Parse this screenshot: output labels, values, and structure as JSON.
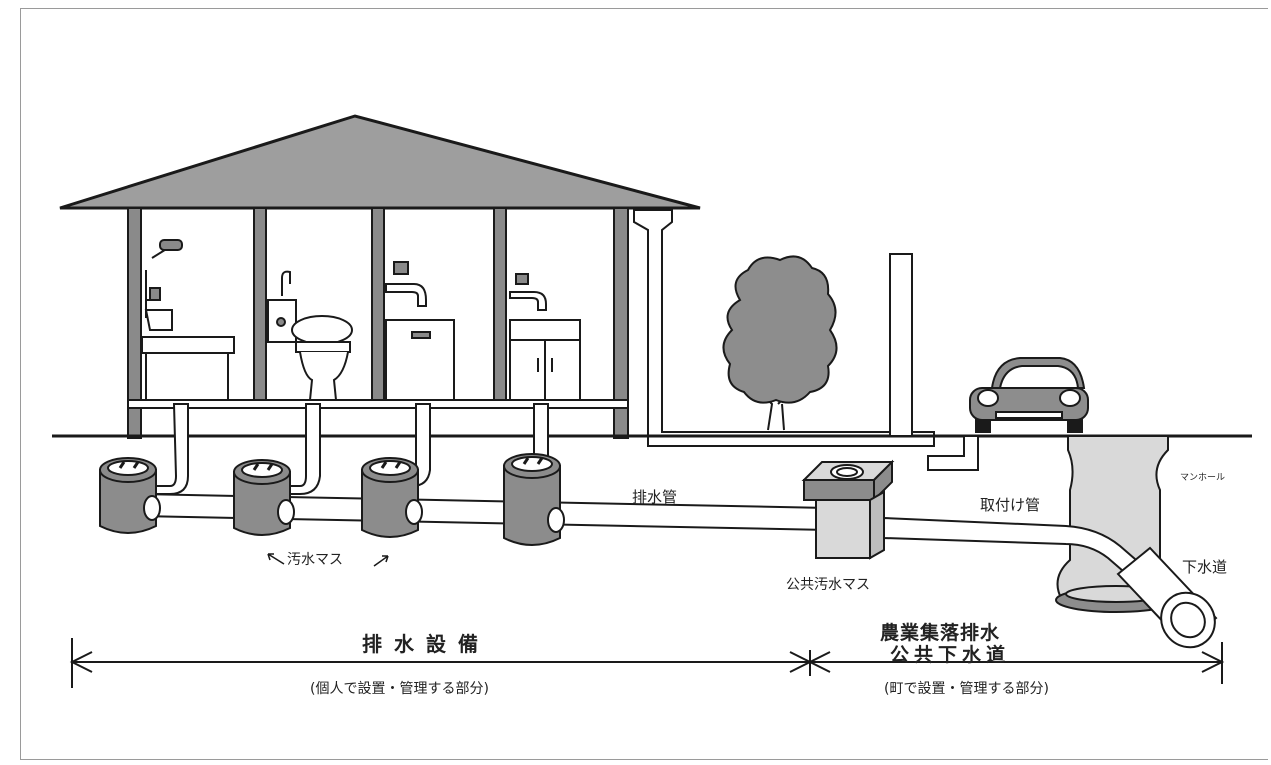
{
  "labels": {
    "osui_masu": "汚水マス",
    "haisuikan": "排水管",
    "koukyou_osui_masu": "公共汚水マス",
    "toritsukekan": "取付け管",
    "manhole": "マンホール",
    "gesuido": "下水道",
    "haisui_setsubi": "排水設備",
    "haisui_setsubi_note": "(個人で設置・管理する部分)",
    "public_line1": "農業集落排水",
    "public_line2": "公共下水道",
    "public_note": "(町で設置・管理する部分)"
  },
  "colors": {
    "line": "#1a1a1a",
    "roof": "#9e9e9e",
    "pillar": "#8a8a8a",
    "pipe_fill": "#ffffff",
    "masu_fill": "#8c8c8c",
    "tree": "#8d8d8d"
  }
}
